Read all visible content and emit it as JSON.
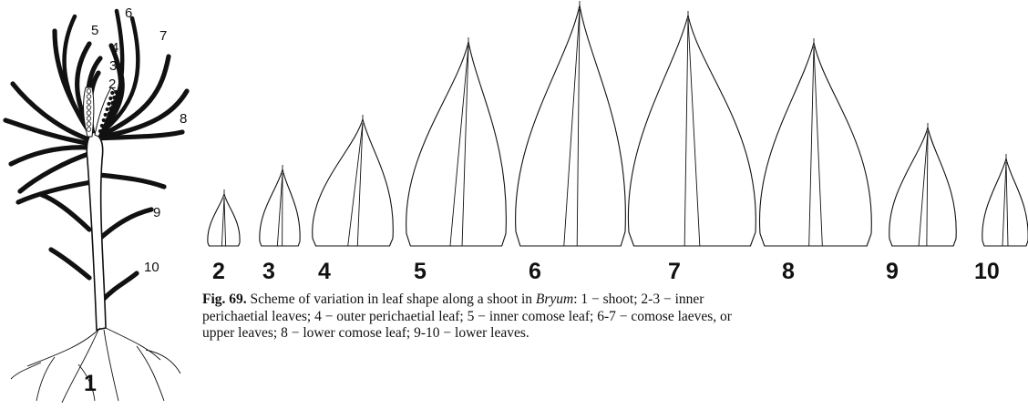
{
  "shoot_labels": [
    "5",
    "6",
    "4",
    "7",
    "3",
    "2",
    "8",
    "9",
    "10"
  ],
  "shoot_number": "1",
  "leaf_numbers": [
    "2",
    "3",
    "4",
    "5",
    "6",
    "7",
    "8",
    "9",
    "10"
  ],
  "caption": {
    "fig": "Fig. 69.",
    "text_a": " Scheme of variation in leaf shape along a shoot in ",
    "genus": "Bryum",
    "text_b": ": 1 − shoot; 2-3 − inner",
    "line2": "perichaetial leaves; 4 − outer perichaetial leaf; 5 − inner comose leaf; 6-7 − comose laeves, or",
    "line3": "upper leaves; 8 − lower comose leaf; 9-10 − lower leaves."
  },
  "colors": {
    "ink": "#111111",
    "background": "#ffffff"
  }
}
